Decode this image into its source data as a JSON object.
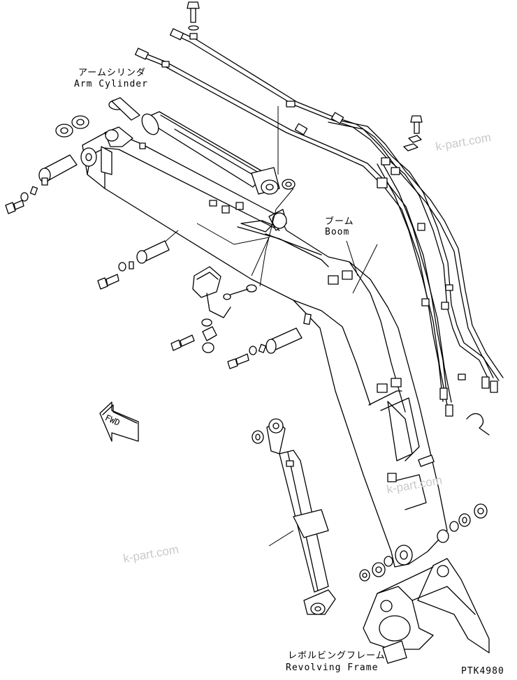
{
  "labels": {
    "arm_cylinder_jp": "アームシリンダ",
    "arm_cylinder_en": "Arm Cylinder",
    "boom_jp": "ブーム",
    "boom_en": "Boom",
    "revolving_frame_jp": "レボルビングフレーム",
    "revolving_frame_en": "Revolving Frame",
    "fwd": "FWD",
    "drawing_code": "PTK4980"
  },
  "watermarks": [
    "k-part.com",
    "k-part.com",
    "k-part.com"
  ]
}
